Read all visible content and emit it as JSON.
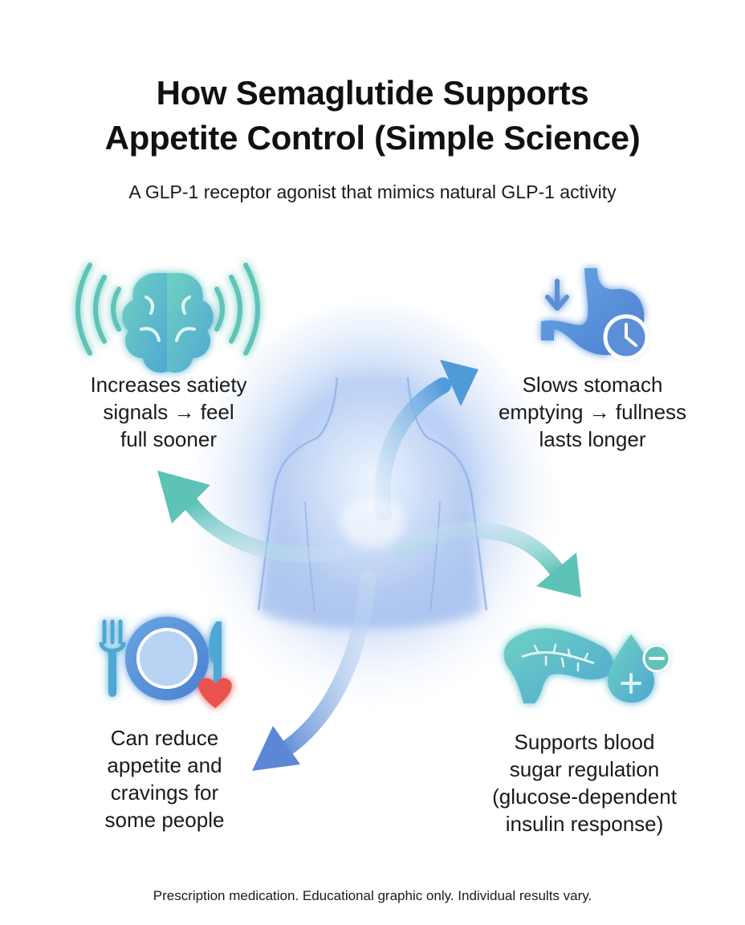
{
  "title": {
    "line1": "How Semaglutide Supports",
    "line2": "Appetite Control (Simple Science)"
  },
  "subtitle": "A GLP-1 receptor agonist that mimics natural GLP-1 activity",
  "effects": {
    "satiety": {
      "lines": [
        "Increases satiety",
        "signals → feel",
        "full sooner"
      ],
      "icon": "brain-icon"
    },
    "stomach": {
      "lines": [
        "Slows stomach",
        "emptying → fullness",
        "lasts longer"
      ],
      "icon": "stomach-clock-icon"
    },
    "appetite": {
      "lines": [
        "Can reduce",
        "appetite and",
        "cravings for",
        "some people"
      ],
      "icon": "plate-heart-icon"
    },
    "sugar": {
      "lines": [
        "Supports blood",
        "sugar regulation",
        "(glucose-dependent",
        "insulin response)"
      ],
      "icon": "pancreas-drop-icon"
    }
  },
  "footer": "Prescription medication. Educational graphic only. Individual results vary.",
  "colors": {
    "teal": "#5ec3b7",
    "blue": "#5b8fd6",
    "body_glow": "#a9c6f2",
    "heart": "#e8524f"
  }
}
